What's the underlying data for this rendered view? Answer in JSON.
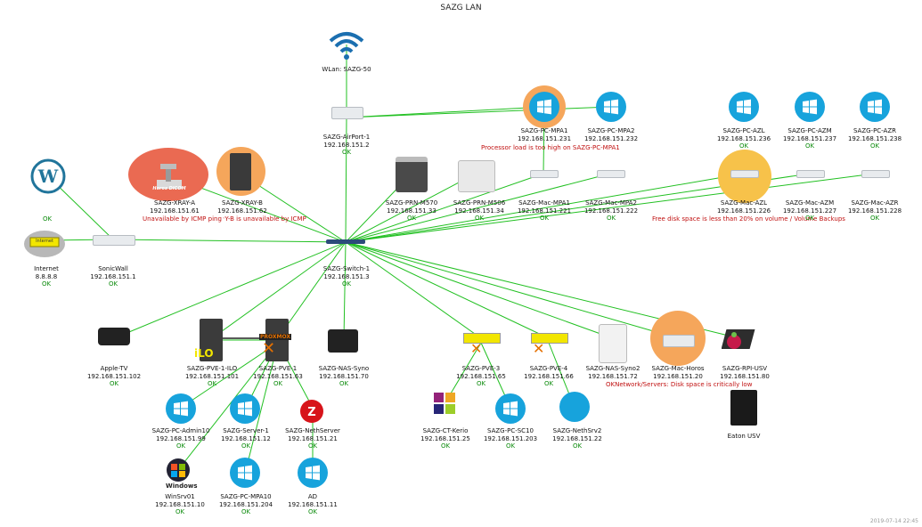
{
  "title": "SAZG LAN",
  "timestamp": "2019-07-14 22:45",
  "colors": {
    "link": "#22c022",
    "alert": "#c01010",
    "ok": "#0a8a0a",
    "halo_orange": "#f5a65b",
    "halo_red": "#ea6a52",
    "halo_yellow": "#f7c24a",
    "windows": "#17a3dc"
  },
  "nodes": [
    {
      "name": "WLan: SAZG-50",
      "ip": "",
      "status": ""
    },
    {
      "name": "SAZG-AirPort-1",
      "ip": "192.168.151.2",
      "status": "OK"
    },
    {
      "name": "SAZG-XRAY-A",
      "ip": "192.168.151.61",
      "status": ""
    },
    {
      "name": "SAZG-XRAY-B",
      "ip": "192.168.151.62",
      "status": ""
    },
    {
      "name": "SAZG-PRN-M570",
      "ip": "192.168.151.33",
      "status": "OK"
    },
    {
      "name": "SAZG-PRN-M506",
      "ip": "192.168.151.34",
      "status": "OK"
    },
    {
      "name": "SAZG-PC-MPA1",
      "ip": "192.168.151.231",
      "status": ""
    },
    {
      "name": "SAZG-PC-MPA2",
      "ip": "192.168.151.232",
      "status": "OK"
    },
    {
      "name": "SAZG-Mac-MPA1",
      "ip": "192.168.151.221",
      "status": "OK"
    },
    {
      "name": "SAZG-Mac-MPA2",
      "ip": "192.168.151.222",
      "status": "OK"
    },
    {
      "name": "SAZG-PC-AZL",
      "ip": "192.168.151.236",
      "status": "OK"
    },
    {
      "name": "SAZG-PC-AZM",
      "ip": "192.168.151.237",
      "status": "OK"
    },
    {
      "name": "SAZG-PC-AZR",
      "ip": "192.168.151.238",
      "status": "OK"
    },
    {
      "name": "SAZG-Mac-AZL",
      "ip": "192.168.151.226",
      "status": ""
    },
    {
      "name": "SAZG-Mac-AZM",
      "ip": "192.168.151.227",
      "status": "OK"
    },
    {
      "name": "SAZG-Mac-AZR",
      "ip": "192.168.151.228",
      "status": "OK"
    },
    {
      "name": "Internet",
      "ip": "8.8.8.8",
      "status": "OK"
    },
    {
      "name": "SonicWall",
      "ip": "192.168.151.1",
      "status": "OK"
    },
    {
      "name": "SAZG-Switch-1",
      "ip": "192.168.151.3",
      "status": "OK"
    },
    {
      "name": "Apple-TV",
      "ip": "192.168.151.102",
      "status": "OK"
    },
    {
      "name": "SAZG-PVE-1-ILO",
      "ip": "192.168.151.101",
      "status": "OK"
    },
    {
      "name": "SAZG-PVE-1",
      "ip": "192.168.151.63",
      "status": "OK"
    },
    {
      "name": "SAZG-NAS-Syno",
      "ip": "192.168.151.70",
      "status": "OK"
    },
    {
      "name": "SAZG-PVE-3",
      "ip": "192.168.151.65",
      "status": "OK"
    },
    {
      "name": "SAZG-PVE-4",
      "ip": "192.168.151.66",
      "status": "OK"
    },
    {
      "name": "SAZG-NAS-Syno2",
      "ip": "192.168.151.72",
      "status": ""
    },
    {
      "name": "SAZG-Mac-Horos",
      "ip": "192.168.151.20",
      "status": ""
    },
    {
      "name": "SAZG-RPI-USV",
      "ip": "192.168.151.80",
      "status": ""
    },
    {
      "name": "Eaton USV",
      "ip": "",
      "status": ""
    },
    {
      "name": "SAZG-PC-Admin10",
      "ip": "192.168.151.99",
      "status": "OK"
    },
    {
      "name": "SAZG-Server-1",
      "ip": "192.168.151.12",
      "status": "OK"
    },
    {
      "name": "SAZG-NethServer",
      "ip": "192.168.151.21",
      "status": "OK"
    },
    {
      "name": "WinSrv01",
      "ip": "192.168.151.10",
      "status": "OK"
    },
    {
      "name": "SAZG-PC-MPA10",
      "ip": "192.168.151.204",
      "status": "OK"
    },
    {
      "name": "AD",
      "ip": "192.168.151.11",
      "status": "OK"
    },
    {
      "name": "SAZG-CT-Kerio",
      "ip": "192.168.151.25",
      "status": "OK"
    },
    {
      "name": "SAZG-PC-SC10",
      "ip": "192.168.151.203",
      "status": "OK"
    },
    {
      "name": "SAZG-NethSrv2",
      "ip": "192.168.151.22",
      "status": "OK"
    }
  ],
  "wordpress_status": "OK",
  "alerts": {
    "xray": "Unavailable by ICMP ping ˑY-B is unavailable by ICMP",
    "mpa1": "Processor load is too high on SAZG-PC-MPA1",
    "azl": "Free disk space is less than 20% on volume / Volume Backups",
    "rpi": "OKNetwork/Servers: Disk space is critically low"
  },
  "badges": {
    "ilo": "iLO",
    "proxmox": "PROXMOX",
    "horos": "Horos DICOM",
    "internet": "Internet",
    "windows": "Windows"
  }
}
